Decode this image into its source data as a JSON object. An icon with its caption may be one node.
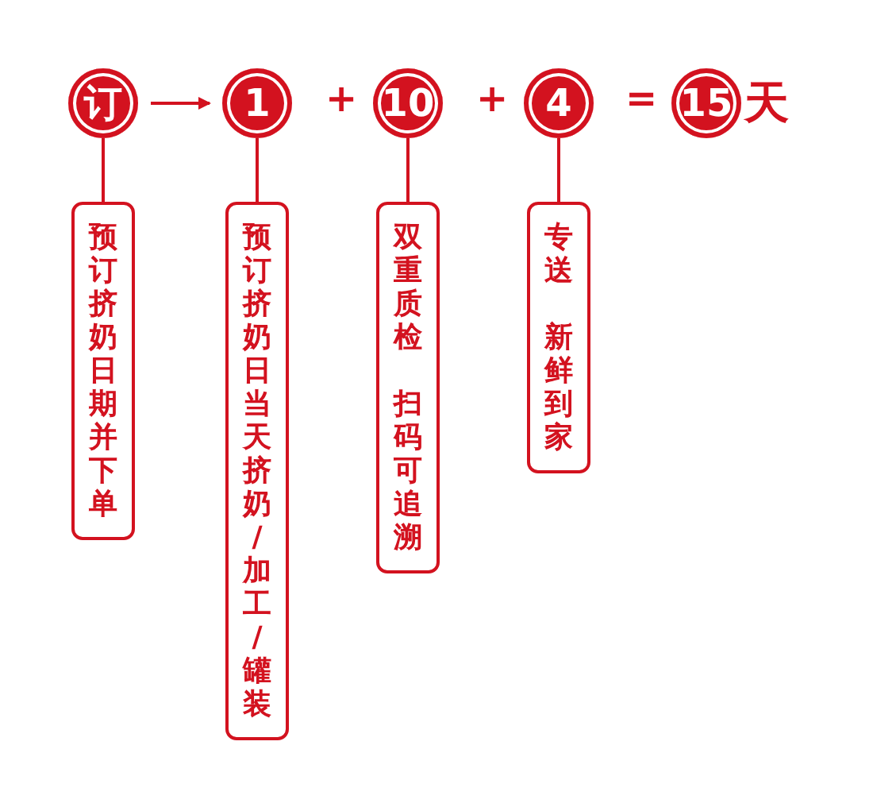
{
  "diagram": {
    "nodes": [
      {
        "text": [
          "订"
        ]
      },
      {
        "text": [
          "1"
        ]
      },
      {
        "text": [
          "10"
        ]
      },
      {
        "text": [
          "4"
        ]
      },
      {
        "text": [
          "15"
        ],
        "beside": [
          "天"
        ]
      },
      {
        "text": [
          "预订挤奶日期并下单"
        ]
      },
      {
        "text": [
          "预订挤奶日当天挤奶/加工/罐装"
        ]
      },
      {
        "text": [
          "双重质检",
          "扫码可追溯"
        ]
      },
      {
        "text": [
          "专送",
          "新鲜到家"
        ]
      }
    ],
    "edges": [
      {
        "from": 0,
        "to": 1,
        "arrow": "to"
      },
      {
        "from": 0,
        "to": 5,
        "arrow": "none"
      },
      {
        "from": 1,
        "to": 6,
        "arrow": "none"
      },
      {
        "from": 2,
        "to": 7,
        "arrow": "none"
      },
      {
        "from": 3,
        "to": 8,
        "arrow": "none"
      }
    ],
    "labels": [
      "+",
      "+",
      "="
    ]
  }
}
